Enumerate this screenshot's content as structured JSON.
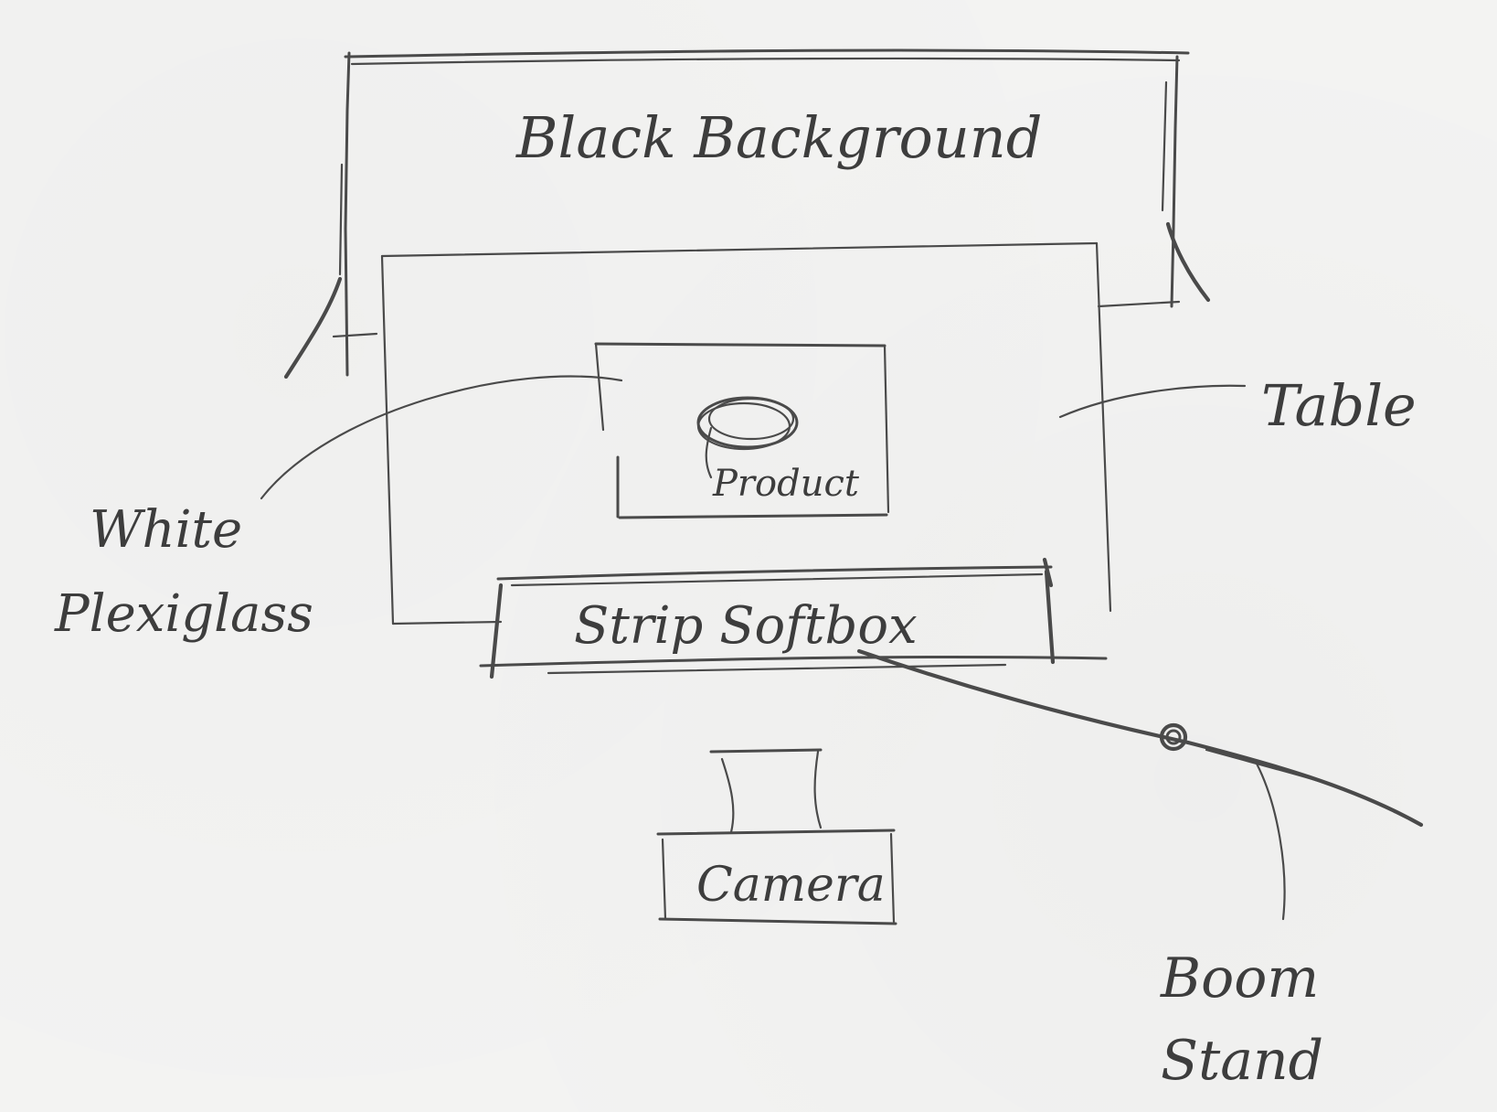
{
  "labels": {
    "black_background": "Black Background",
    "table": "Table",
    "white_plexiglass_line1": "White",
    "white_plexiglass_line2": "Plexiglass",
    "product": "Product",
    "strip_softbox": "Strip Softbox",
    "camera": "Camera",
    "boom_stand_line1": "Boom",
    "boom_stand_line2": "Stand"
  },
  "colors": {
    "paper": "#f3f3f2",
    "pencil": "#4a4a4a"
  }
}
